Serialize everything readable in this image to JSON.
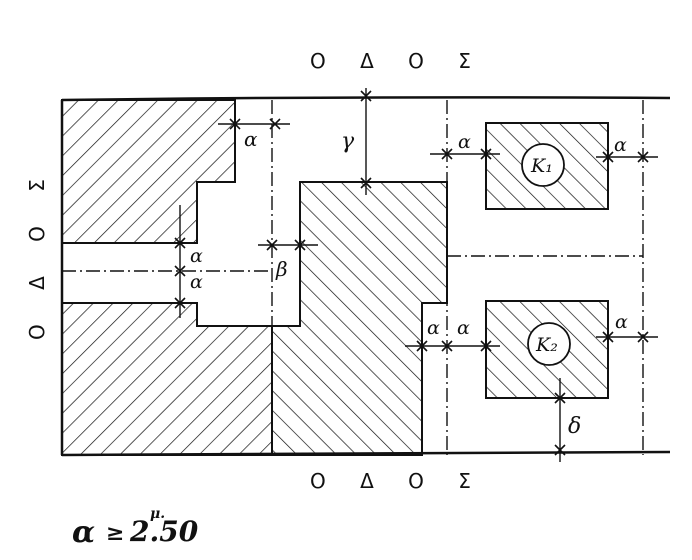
{
  "roads": {
    "top": "Ο Δ Ο Σ",
    "bottom": "Ο Δ Ο Σ",
    "left": "Ο Δ Ο Σ"
  },
  "labels": {
    "a1": "α",
    "a2": "α",
    "a3": "α",
    "a4": "α",
    "a5": "α",
    "a6": "α",
    "a7": "α",
    "a8": "α",
    "beta": "β",
    "gamma": "γ",
    "delta": "δ",
    "k1": "K₁",
    "k2": "K₂"
  },
  "formula": {
    "lhs": "α",
    "op": "≥",
    "value": "2.50",
    "unit": "μ."
  },
  "colors": {
    "ink": "#111111",
    "paper": "#ffffff"
  }
}
